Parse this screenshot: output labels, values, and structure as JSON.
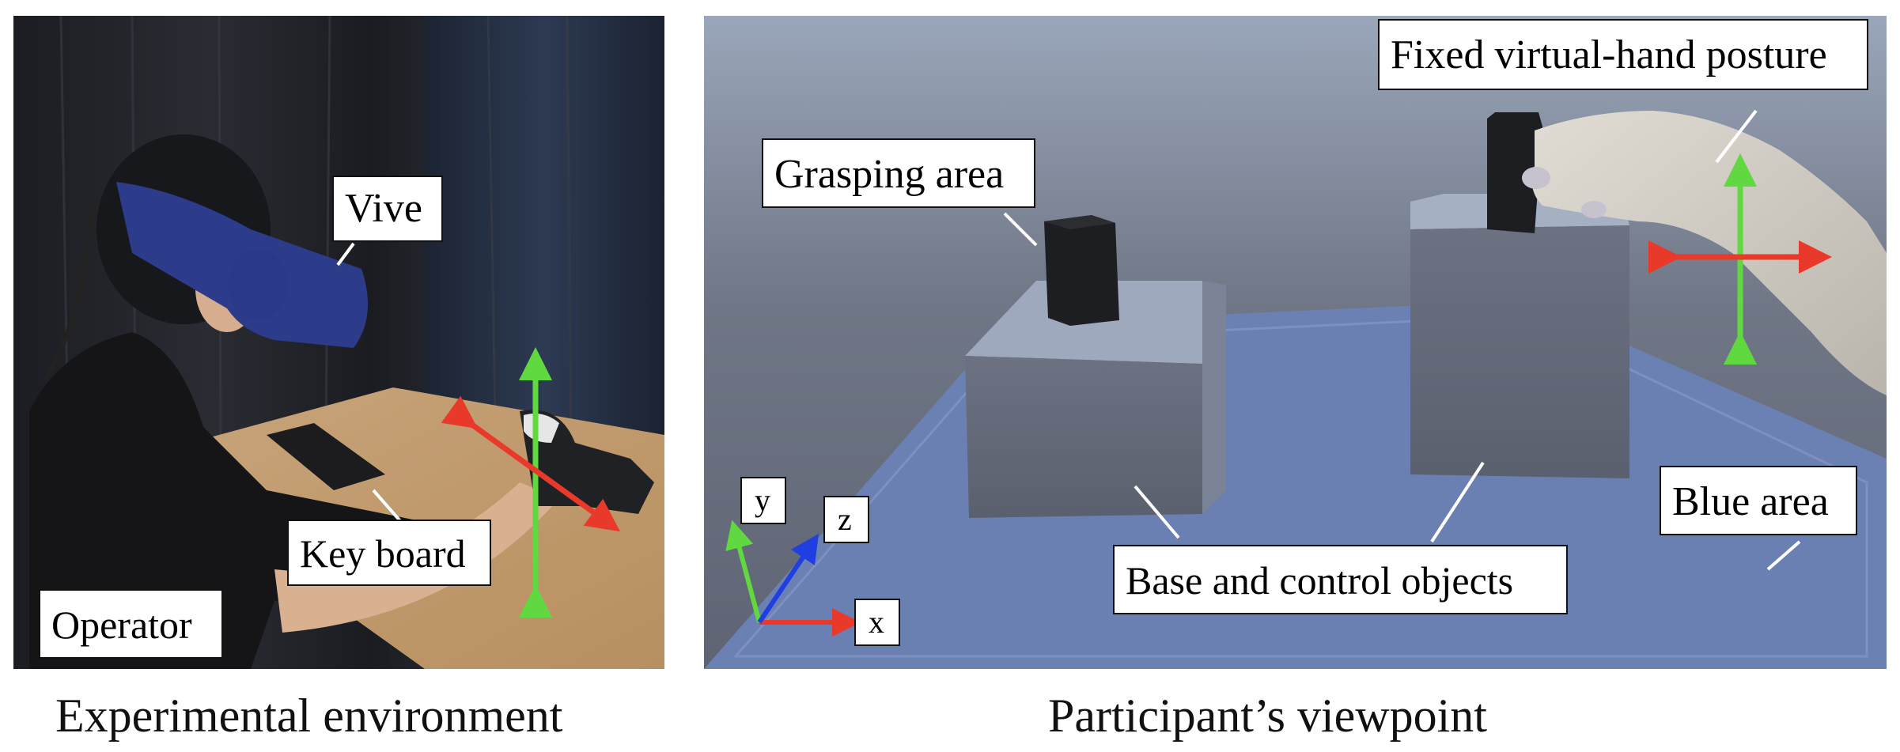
{
  "left_photo": {
    "labels": {
      "vive": "Vive",
      "keyboard": "Key board",
      "operator": "Operator"
    },
    "caption": "Experimental environment"
  },
  "right_render": {
    "labels": {
      "fixed_hand": "Fixed virtual-hand posture",
      "grasping_area": "Grasping area",
      "base_control": "Base and control objects",
      "blue_area": "Blue area"
    },
    "axes": {
      "x": "x",
      "y": "y",
      "z": "z"
    },
    "caption": "Participant’s viewpoint"
  },
  "colors": {
    "arrow_red": "#e8392a",
    "arrow_green": "#5fd93f",
    "arrow_blue": "#1f3fe0",
    "floor_blue": "#6b80b3",
    "sky_top": "#9aa6ba",
    "sky_bottom": "#5e6473"
  }
}
